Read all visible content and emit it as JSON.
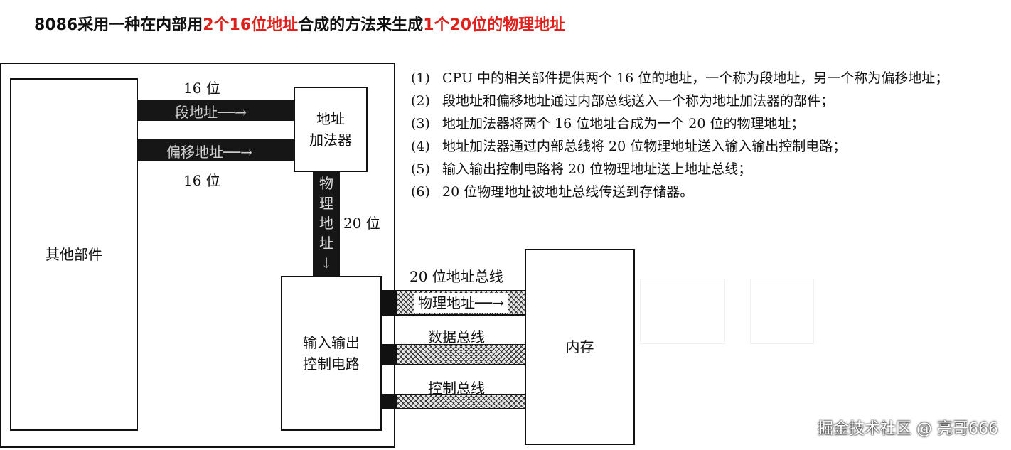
{
  "title": {
    "part1": "8086采用一种在内部用",
    "part2": "2个16位地址",
    "part3": "合成的方法来生成",
    "part4": "1个20位的物理地址",
    "highlight_color": "#e0201b"
  },
  "diagram": {
    "other_parts_label": "其他部件",
    "adder_label_line1": "地址",
    "adder_label_line2": "加法器",
    "io_label_line1": "输入输出",
    "io_label_line2": "控制电路",
    "memory_label": "内存",
    "top_bar_width": "16 位",
    "bottom_bar_width": "16 位",
    "segment_bus_label": "段地址──→",
    "offset_bus_label": "偏移地址──→",
    "vertical_bus_width": "20 位",
    "vertical_bus_chars": [
      "物",
      "理",
      "地",
      "址",
      "↓"
    ],
    "address_bus_title": "20 位地址总线",
    "address_bus_label": "物理地址──→",
    "data_bus_label": "数据总线",
    "control_bus_label": "控制总线"
  },
  "steps": [
    {
      "num": "(1)",
      "text": "CPU 中的相关部件提供两个 16 位的地址，一个称为段地址，另一个称为偏移地址；"
    },
    {
      "num": "(2)",
      "text": "段地址和偏移地址通过内部总线送入一个称为地址加法器的部件；"
    },
    {
      "num": "(3)",
      "text": "地址加法器将两个 16 位地址合成为一个 20 位的物理地址；"
    },
    {
      "num": "(4)",
      "text": "地址加法器通过内部总线将 20 位物理地址送入输入输出控制电路；"
    },
    {
      "num": "(5)",
      "text": "输入输出控制电路将 20 位物理地址送上地址总线；"
    },
    {
      "num": "(6)",
      "text": "20 位物理地址被地址总线传送到存储器。"
    }
  ],
  "watermark": "掘金技术社区 @ 亮哥666"
}
